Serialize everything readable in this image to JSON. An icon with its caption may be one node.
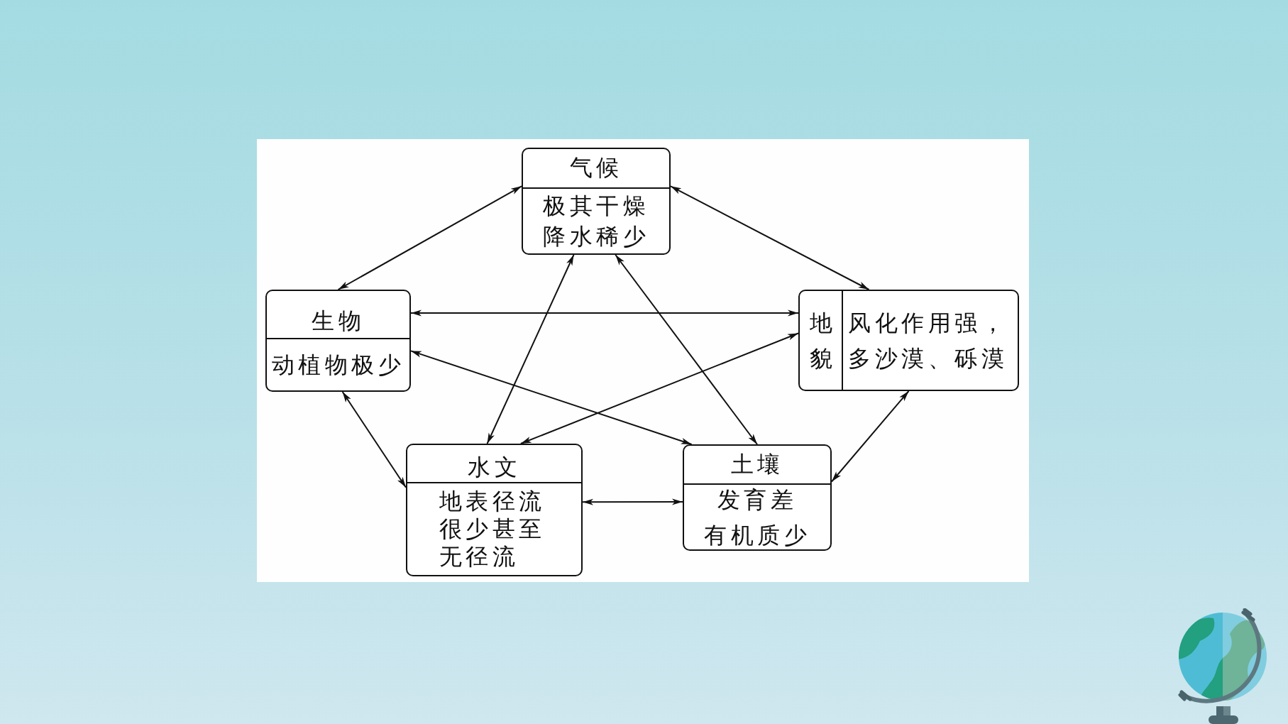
{
  "diagram": {
    "nodes": [
      {
        "text": [
          "气候",
          "极其干燥",
          "降水稀少"
        ]
      },
      {
        "text": [
          "生物",
          "动植物极少"
        ]
      },
      {
        "text": [
          "地貌",
          "风化作用强，多沙漠、砾漠"
        ]
      },
      {
        "text": [
          "水文",
          "地表径流很少甚至无径流"
        ]
      },
      {
        "text": [
          "土壤",
          "发育差",
          "有机质少"
        ]
      }
    ],
    "edges": [
      {
        "from": 0,
        "to": 1,
        "arrow": "both"
      },
      {
        "from": 0,
        "to": 2,
        "arrow": "both"
      },
      {
        "from": 0,
        "to": 3,
        "arrow": "both"
      },
      {
        "from": 0,
        "to": 4,
        "arrow": "both"
      },
      {
        "from": 1,
        "to": 2,
        "arrow": "both"
      },
      {
        "from": 1,
        "to": 4,
        "arrow": "both"
      },
      {
        "from": 2,
        "to": 3,
        "arrow": "both"
      },
      {
        "from": 1,
        "to": 3,
        "arrow": "both"
      },
      {
        "from": 3,
        "to": 4,
        "arrow": "both"
      },
      {
        "from": 2,
        "to": 4,
        "arrow": "both"
      }
    ]
  }
}
